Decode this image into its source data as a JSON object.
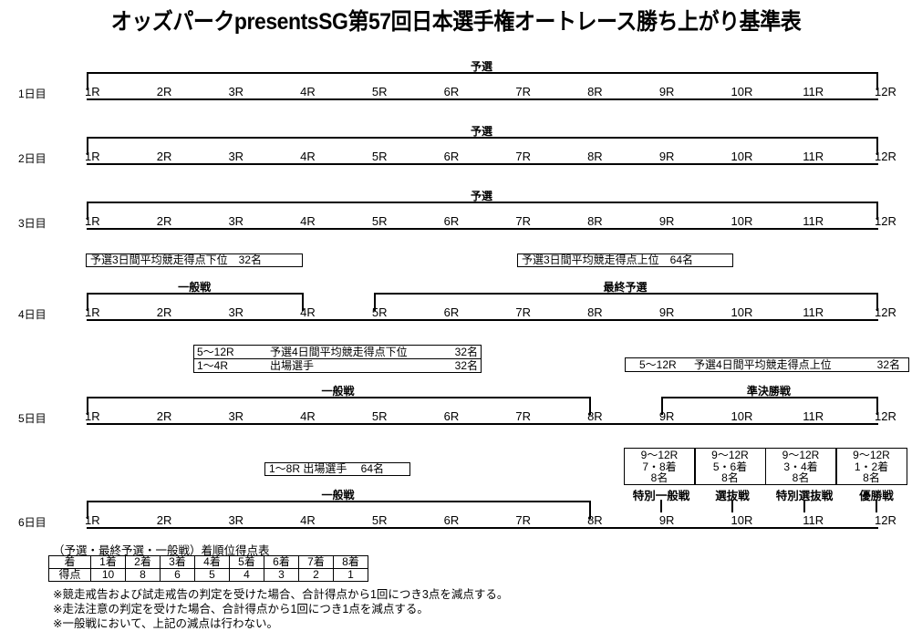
{
  "title": "オッズパークpresentsSG第57回日本選手権オートレース勝ち上がり基準表",
  "race_labels": [
    "1R",
    "2R",
    "3R",
    "4R",
    "5R",
    "6R",
    "7R",
    "8R",
    "9R",
    "10R",
    "11R",
    "12R"
  ],
  "days": [
    {
      "label": "1日目",
      "brackets": [
        {
          "label": "予選",
          "from": "1R",
          "to": "12R"
        }
      ]
    },
    {
      "label": "2日目",
      "brackets": [
        {
          "label": "予選",
          "from": "1R",
          "to": "12R"
        }
      ]
    },
    {
      "label": "3日目",
      "brackets": [
        {
          "label": "予選",
          "from": "1R",
          "to": "12R"
        }
      ]
    },
    {
      "label": "4日目",
      "brackets": [
        {
          "label": "一般戦",
          "from": "1R",
          "to": "4R"
        },
        {
          "label": "最終予選",
          "from": "5R",
          "to": "12R"
        }
      ]
    },
    {
      "label": "5日目",
      "brackets": [
        {
          "label": "一般戦",
          "from": "1R",
          "to": "8R"
        },
        {
          "label": "準決勝戦",
          "from": "9R",
          "to": "12R"
        }
      ]
    },
    {
      "label": "6日目",
      "brackets": [
        {
          "label": "一般戦",
          "from": "1R",
          "to": "8R"
        }
      ]
    }
  ],
  "criteria": {
    "day4_low": "予選3日間平均競走得点下位　32名",
    "day4_high": "予選3日間平均競走得点上位　64名",
    "day5_low": [
      {
        "races": "5～12R",
        "desc": "予選4日間平均競走得点下位",
        "count": "32名"
      },
      {
        "races": "1～4R",
        "desc": "出場選手",
        "count": "32名"
      }
    ],
    "day5_high": {
      "races": "5～12R",
      "desc": "予選4日間平均競走得点上位",
      "count": "32名"
    },
    "day6_low": "1～8R  出場選手　 64名"
  },
  "finals": [
    {
      "races": "9～12R",
      "place": "7・8着",
      "count": "8名",
      "name": "特別一般戦",
      "race": "9R"
    },
    {
      "races": "9～12R",
      "place": "5・6着",
      "count": "8名",
      "name": "選抜戦",
      "race": "10R"
    },
    {
      "races": "9～12R",
      "place": "3・4着",
      "count": "8名",
      "name": "特別選抜戦",
      "race": "11R"
    },
    {
      "races": "9～12R",
      "place": "1・2着",
      "count": "8名",
      "name": "優勝戦",
      "race": "12R"
    }
  ],
  "score_table": {
    "caption": "（予選・最終予選・一般戦）着順位得点表",
    "header": [
      "着",
      "1着",
      "2着",
      "3着",
      "4着",
      "5着",
      "6着",
      "7着",
      "8着"
    ],
    "row": [
      "得点",
      "10",
      "8",
      "6",
      "5",
      "4",
      "3",
      "2",
      "1"
    ]
  },
  "notes": [
    "※競走戒告および試走戒告の判定を受けた場合、合計得点から1回につき3点を減点する。",
    "※走法注意の判定を受けた場合、合計得点から1回につき1点を減点する。",
    "※一般戦において、上記の減点は行わない。"
  ]
}
